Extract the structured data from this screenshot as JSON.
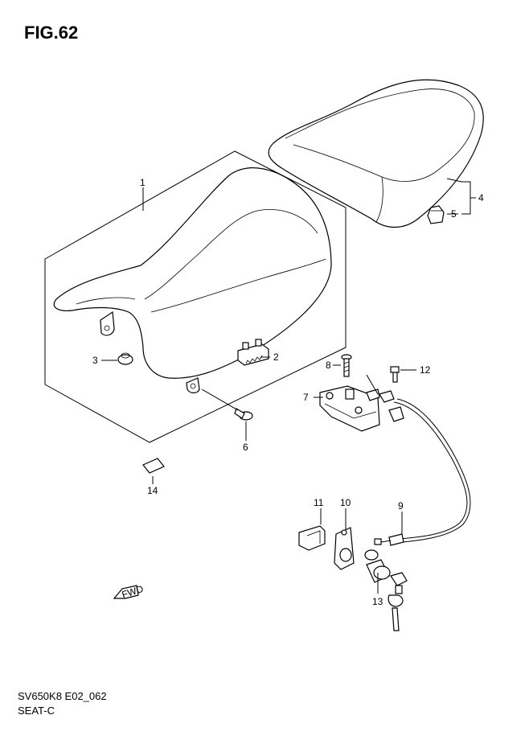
{
  "figure": {
    "title": "FIG.62",
    "model_code": "SV650K8 E02_062",
    "name": "SEAT-C"
  },
  "callouts": {
    "c1": "1",
    "c2": "2",
    "c3": "3",
    "c4": "4",
    "c5": "5",
    "c6": "6",
    "c7": "7",
    "c8": "8",
    "c9": "9",
    "c10": "10",
    "c11": "11",
    "c12": "12",
    "c13": "13",
    "c14": "14"
  },
  "fwd_arrow_label": "FWD"
}
